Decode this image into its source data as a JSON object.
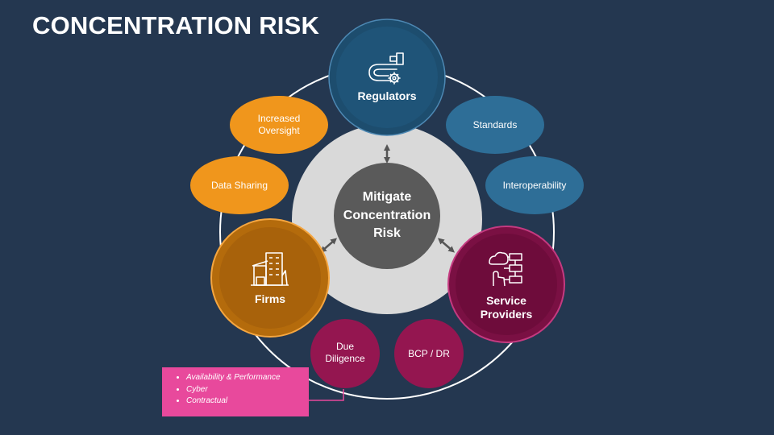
{
  "title": "CONCENTRATION RISK",
  "center": {
    "label": "Mitigate\nConcentration\nRisk"
  },
  "nodes": {
    "regulators": "Regulators",
    "firms": "Firms",
    "service_providers": "Service\nProviders"
  },
  "pills": {
    "increased_oversight": "Increased\nOversight",
    "data_sharing": "Data Sharing",
    "standards": "Standards",
    "interoperability": "Interoperability",
    "due_diligence": "Due\nDiligence",
    "bcp_dr": "BCP / DR"
  },
  "note_items": [
    "Availability & Performance",
    "Cyber",
    "Contractual"
  ],
  "colors": {
    "background": "#243750",
    "regulators": "#1d4d6e",
    "blue_pill": "#2e6e97",
    "orange": "#f0961c",
    "firms": "#b46b0c",
    "service_providers": "#7a1043",
    "magenta_pill": "#941650",
    "note": "#e8499c",
    "center": "#5a5a5a",
    "ring": "#d9d9d9"
  },
  "icons": [
    "regulators-gear-icon",
    "firms-building-icon",
    "service-providers-servers-icon"
  ]
}
